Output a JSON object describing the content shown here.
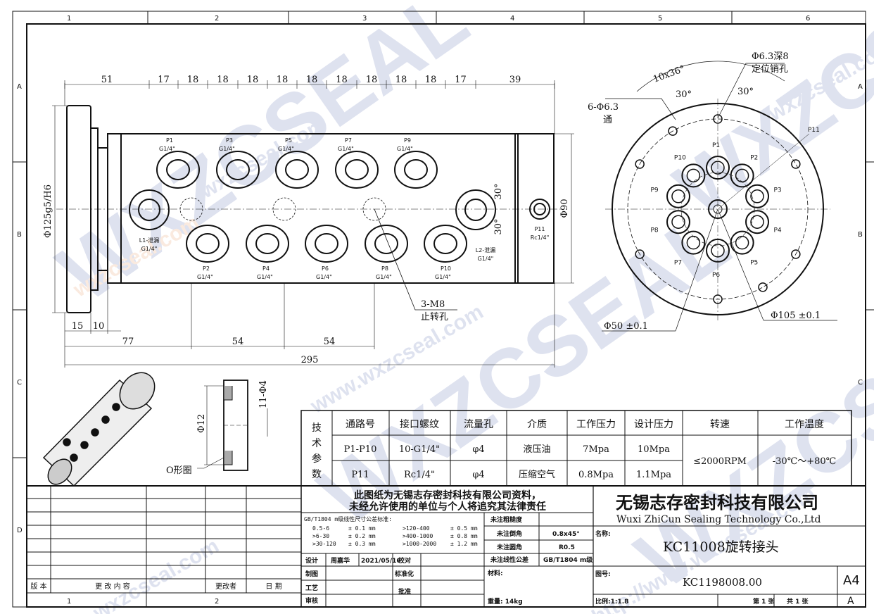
{
  "border": {
    "top_cols": [
      "1",
      "2",
      "3",
      "4",
      "5",
      "6"
    ],
    "bottom_cols": [
      "1",
      "2"
    ],
    "left_rows": [
      "A",
      "B",
      "C",
      "D"
    ],
    "right_rows": [
      "A",
      "B",
      "C"
    ]
  },
  "watermark": {
    "logo": "WXZCSEAL",
    "url1": "www.wxzcseal.com",
    "url2": "http://www.wxzcseal.com",
    "url3": "wxzcseal.com"
  },
  "front_view": {
    "top_dims": [
      "51",
      "17",
      "18",
      "18",
      "18",
      "18",
      "18",
      "18",
      "18",
      "18",
      "18",
      "17",
      "39"
    ],
    "bottom_dims": [
      "15",
      "10",
      "77",
      "54",
      "54",
      "295"
    ],
    "left_dim": "Φ125g5/H6",
    "right_dims": [
      "Φ90",
      "30°",
      "30°"
    ],
    "ports_top": [
      {
        "name": "P1",
        "thread": "G1/4\""
      },
      {
        "name": "P3",
        "thread": "G1/4\""
      },
      {
        "name": "P5",
        "thread": "G1/4\""
      },
      {
        "name": "P7",
        "thread": "G1/4\""
      },
      {
        "name": "P9",
        "thread": "G1/4\""
      }
    ],
    "ports_bottom": [
      {
        "name": "P2",
        "thread": "G1/4\""
      },
      {
        "name": "P4",
        "thread": "G1/4\""
      },
      {
        "name": "P6",
        "thread": "G1/4\""
      },
      {
        "name": "P8",
        "thread": "G1/4\""
      },
      {
        "name": "P10",
        "thread": "G1/4\""
      }
    ],
    "leak_left": {
      "name": "L1-泄漏",
      "thread": "G1/4\""
    },
    "leak_right": {
      "name": "L2-泄漏",
      "thread": "G1/4\""
    },
    "p11": {
      "name": "P11",
      "thread": "Rc1/4\""
    },
    "stop_hole": {
      "line1": "3-M8",
      "line2": "止转孔"
    }
  },
  "side_view": {
    "pin_hole": {
      "line1": "Φ6.3深8",
      "line2": "定位销孔"
    },
    "through_holes": {
      "line1": "6-Φ6.3",
      "line2": "通"
    },
    "angle_dims": [
      "10x36°",
      "30°",
      "30°"
    ],
    "ports": [
      "P1",
      "P2",
      "P3",
      "P4",
      "P5",
      "P6",
      "P7",
      "P8",
      "P9",
      "P10",
      "P11"
    ],
    "dim_small": "Φ50 ±0.1",
    "dim_large": "Φ105 ±0.1"
  },
  "seal_detail": {
    "dim_v": "Φ12",
    "dim_h": "11-Φ4",
    "label": "O形圈"
  },
  "tech_table": {
    "side_label": [
      "技",
      "术",
      "参",
      "数"
    ],
    "headers": [
      "通路号",
      "接口螺纹",
      "流量孔",
      "介质",
      "工作压力",
      "设计压力",
      "转速",
      "工作温度"
    ],
    "rows": [
      [
        "P1-P10",
        "10-G1/4\"",
        "φ4",
        "液压油",
        "7Mpa",
        "10Mpa"
      ],
      [
        "P11",
        "Rc1/4\"",
        "φ4",
        "压缩空气",
        "0.8Mpa",
        "1.1Mpa"
      ]
    ],
    "speed": "≤2000RPM",
    "temp": "-30℃～+80℃"
  },
  "title_block": {
    "notice1": "此图纸为无锡志存密封科技有限公司资料，",
    "notice2": "未经允许使用的单位与个人将追究其法律责任",
    "company_cn": "无锡志存密封科技有限公司",
    "company_en": "Wuxi ZhiCun Sealing Technology Co.,Ltd",
    "tol_title": "GB/T1804 m级线性尺寸公差标准:",
    "tol_rows": [
      [
        "0.5-6",
        "± 0.1 mm",
        ">120-400",
        "± 0.5 mm"
      ],
      [
        ">6-30",
        "± 0.2 mm",
        ">400-1000",
        "± 0.8 mm"
      ],
      [
        ">30-120",
        "± 0.3 mm",
        ">1000-2000",
        "± 1.2 mm"
      ]
    ],
    "roughness_label": "未注粗糙度",
    "chamfer_label": "未注倒角",
    "chamfer_val": "0.8x45°",
    "fillet_label": "未注圆角",
    "fillet_val": "R0.5",
    "lin_tol_label": "未注线性公差",
    "lin_tol_val": "GB/T1804 m级",
    "name_label": "名称:",
    "name_val": "KC11008旋转接头",
    "drawing_no_label": "图号:",
    "drawing_no": "KC1198008.00",
    "size": "A4",
    "rev": "A",
    "material_label": "材料:",
    "weight": "重量: 14kg",
    "scale": "比例:1:1.8",
    "sheet": "第 1 张",
    "sheets": "共 1 张",
    "design_label": "设计",
    "designer": "周嘉华",
    "date": "2021/05/16",
    "check_label": "校对",
    "draft_label": "制图",
    "std_label": "标准化",
    "process_label": "工艺",
    "approve_label": "批准",
    "review_label": "审核",
    "rev_headers": [
      "版 本",
      "更  改  内  容",
      "更改者",
      "日  期"
    ]
  }
}
